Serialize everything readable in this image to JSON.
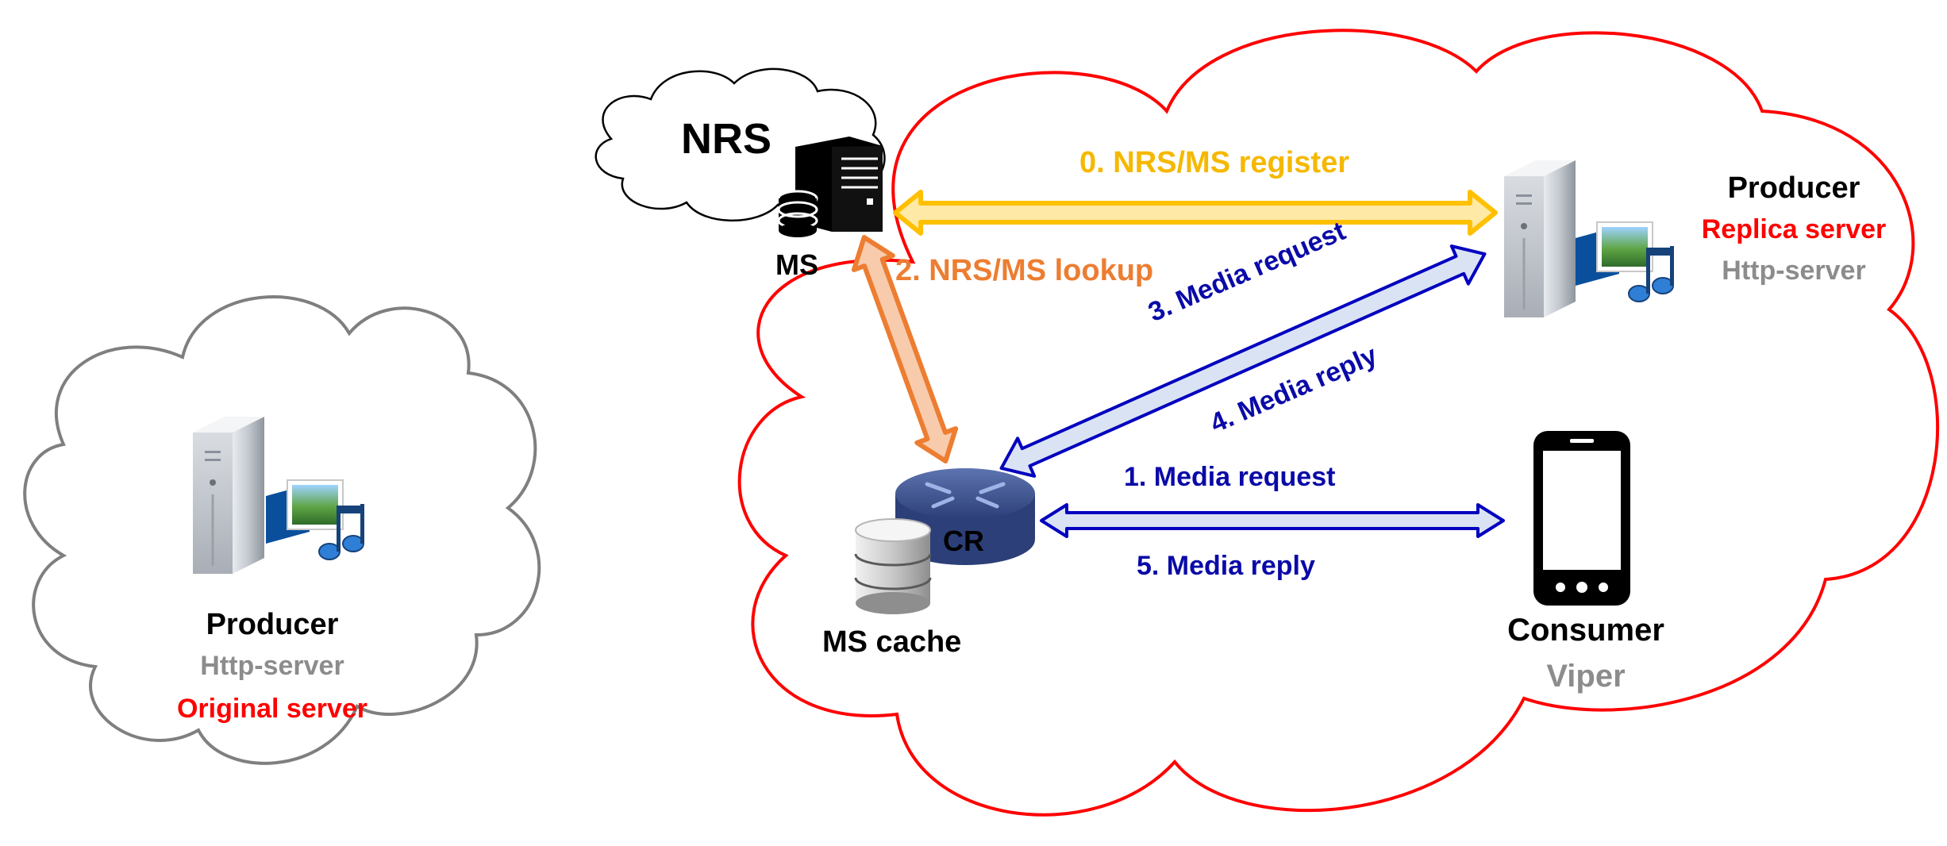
{
  "nrs": {
    "title": "NRS",
    "ms_label": "MS"
  },
  "original_producer": {
    "title": "Producer",
    "line1": "Http-server",
    "line2": "Original server"
  },
  "replica_producer": {
    "title": "Producer",
    "line1": "Replica server",
    "line2": "Http-server"
  },
  "cr_node": {
    "router_label": "CR",
    "cache_label": "MS cache"
  },
  "consumer": {
    "title": "Consumer",
    "app": "Viper"
  },
  "arrows": {
    "register": "0. NRS/MS register",
    "lookup": "2. NRS/MS lookup",
    "media_request_3": "3. Media request",
    "media_reply_4": "4. Media reply",
    "media_request_1": "1. Media request",
    "media_reply_5": "5. Media reply"
  },
  "colors": {
    "domain_cloud": "#ff0000",
    "original_cloud": "#7f7f7f",
    "register_arrow": "#ffc000",
    "lookup_arrow": "#ed7d31",
    "media_arrow": "#0000bf"
  }
}
